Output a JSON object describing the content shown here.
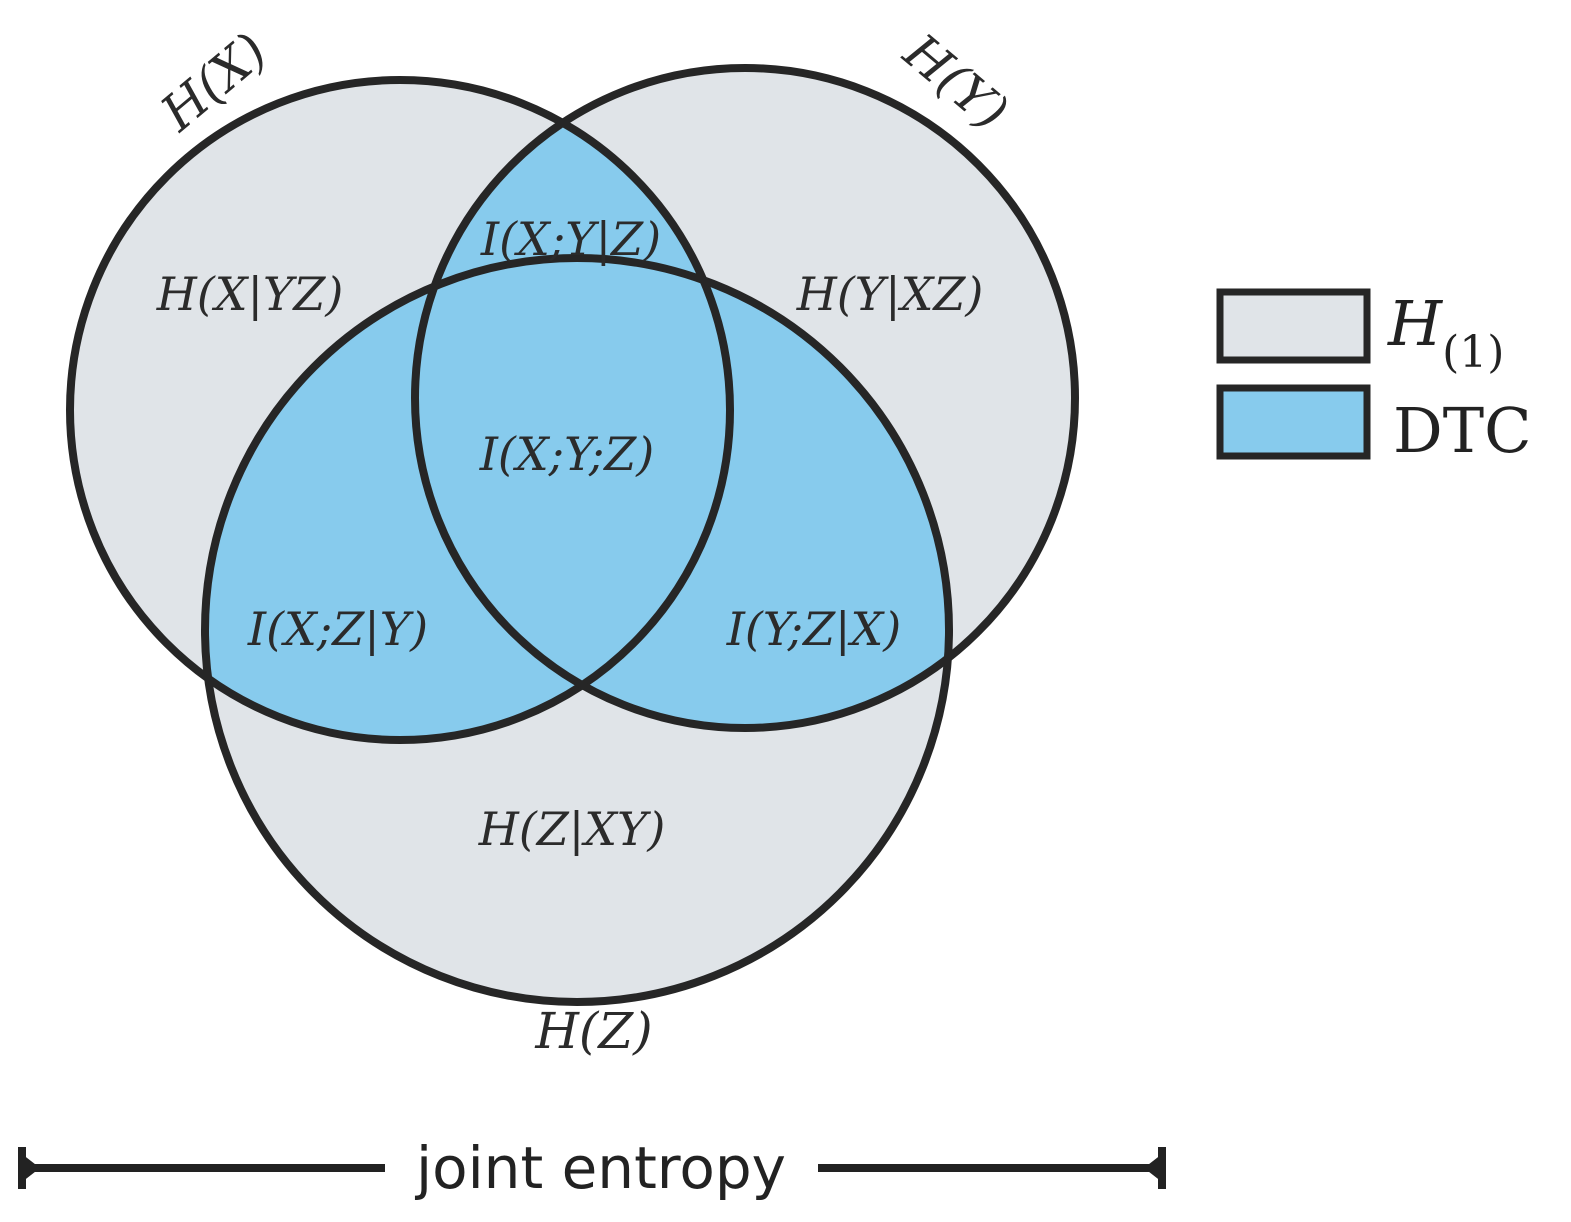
{
  "sets": {
    "x": {
      "label": "H(X)"
    },
    "y": {
      "label": "H(Y)"
    },
    "z": {
      "label": "H(Z)"
    }
  },
  "regions": {
    "x_given_yz": "H(X|YZ)",
    "y_given_xz": "H(Y|XZ)",
    "z_given_xy": "H(Z|XY)",
    "xy_given_z": "I(X;Y|Z)",
    "xz_given_y": "I(X;Z|Y)",
    "yz_given_x": "I(Y;Z|X)",
    "xyz": "I(X;Y;Z)"
  },
  "legend": {
    "items": [
      {
        "main": "H",
        "sub": "(1)",
        "color": "#e0e4e8"
      },
      {
        "main": "DTC",
        "sub": "",
        "color": "#87cbed"
      }
    ]
  },
  "scale_bar": {
    "label": "joint entropy"
  },
  "colors": {
    "outer_fill": "#e0e4e8",
    "dtc_fill": "#87cbed",
    "stroke": "#262626"
  }
}
